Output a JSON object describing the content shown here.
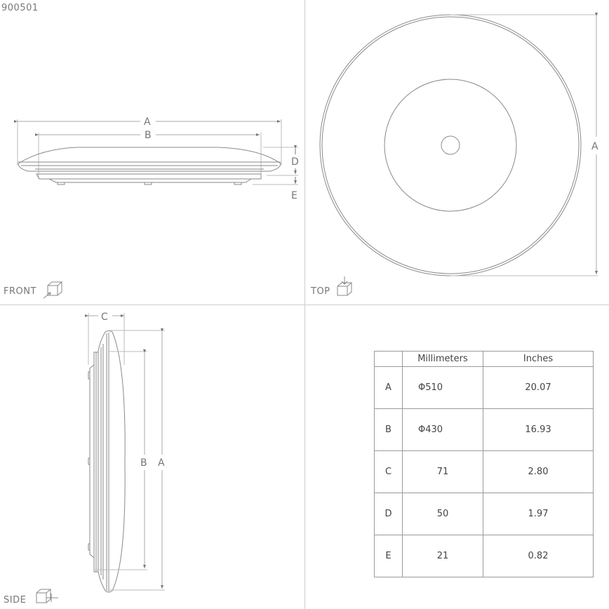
{
  "product_code": "900501",
  "views": {
    "front": {
      "label": "FRONT",
      "icon": "cube-front-view-icon"
    },
    "top": {
      "label": "TOP",
      "icon": "cube-top-view-icon"
    },
    "side": {
      "label": "SIDE",
      "icon": "cube-side-view-icon"
    }
  },
  "dimension_letters": {
    "front": [
      "A",
      "B",
      "D",
      "E"
    ],
    "top": [
      "A"
    ],
    "side": [
      "C",
      "B",
      "A"
    ]
  },
  "table": {
    "headers": [
      "",
      "Millimeters",
      "Inches"
    ],
    "rows": [
      {
        "key": "A",
        "mm": "Φ510",
        "in": "20.07"
      },
      {
        "key": "B",
        "mm": "Φ430",
        "in": "16.93"
      },
      {
        "key": "C",
        "mm": "71",
        "in": "2.80"
      },
      {
        "key": "D",
        "mm": "50",
        "in": "1.97"
      },
      {
        "key": "E",
        "mm": "21",
        "in": "0.82"
      }
    ]
  },
  "colors": {
    "line": "#8a8a8a",
    "divider": "#cfcfcf",
    "text": "#6a6a6a"
  }
}
